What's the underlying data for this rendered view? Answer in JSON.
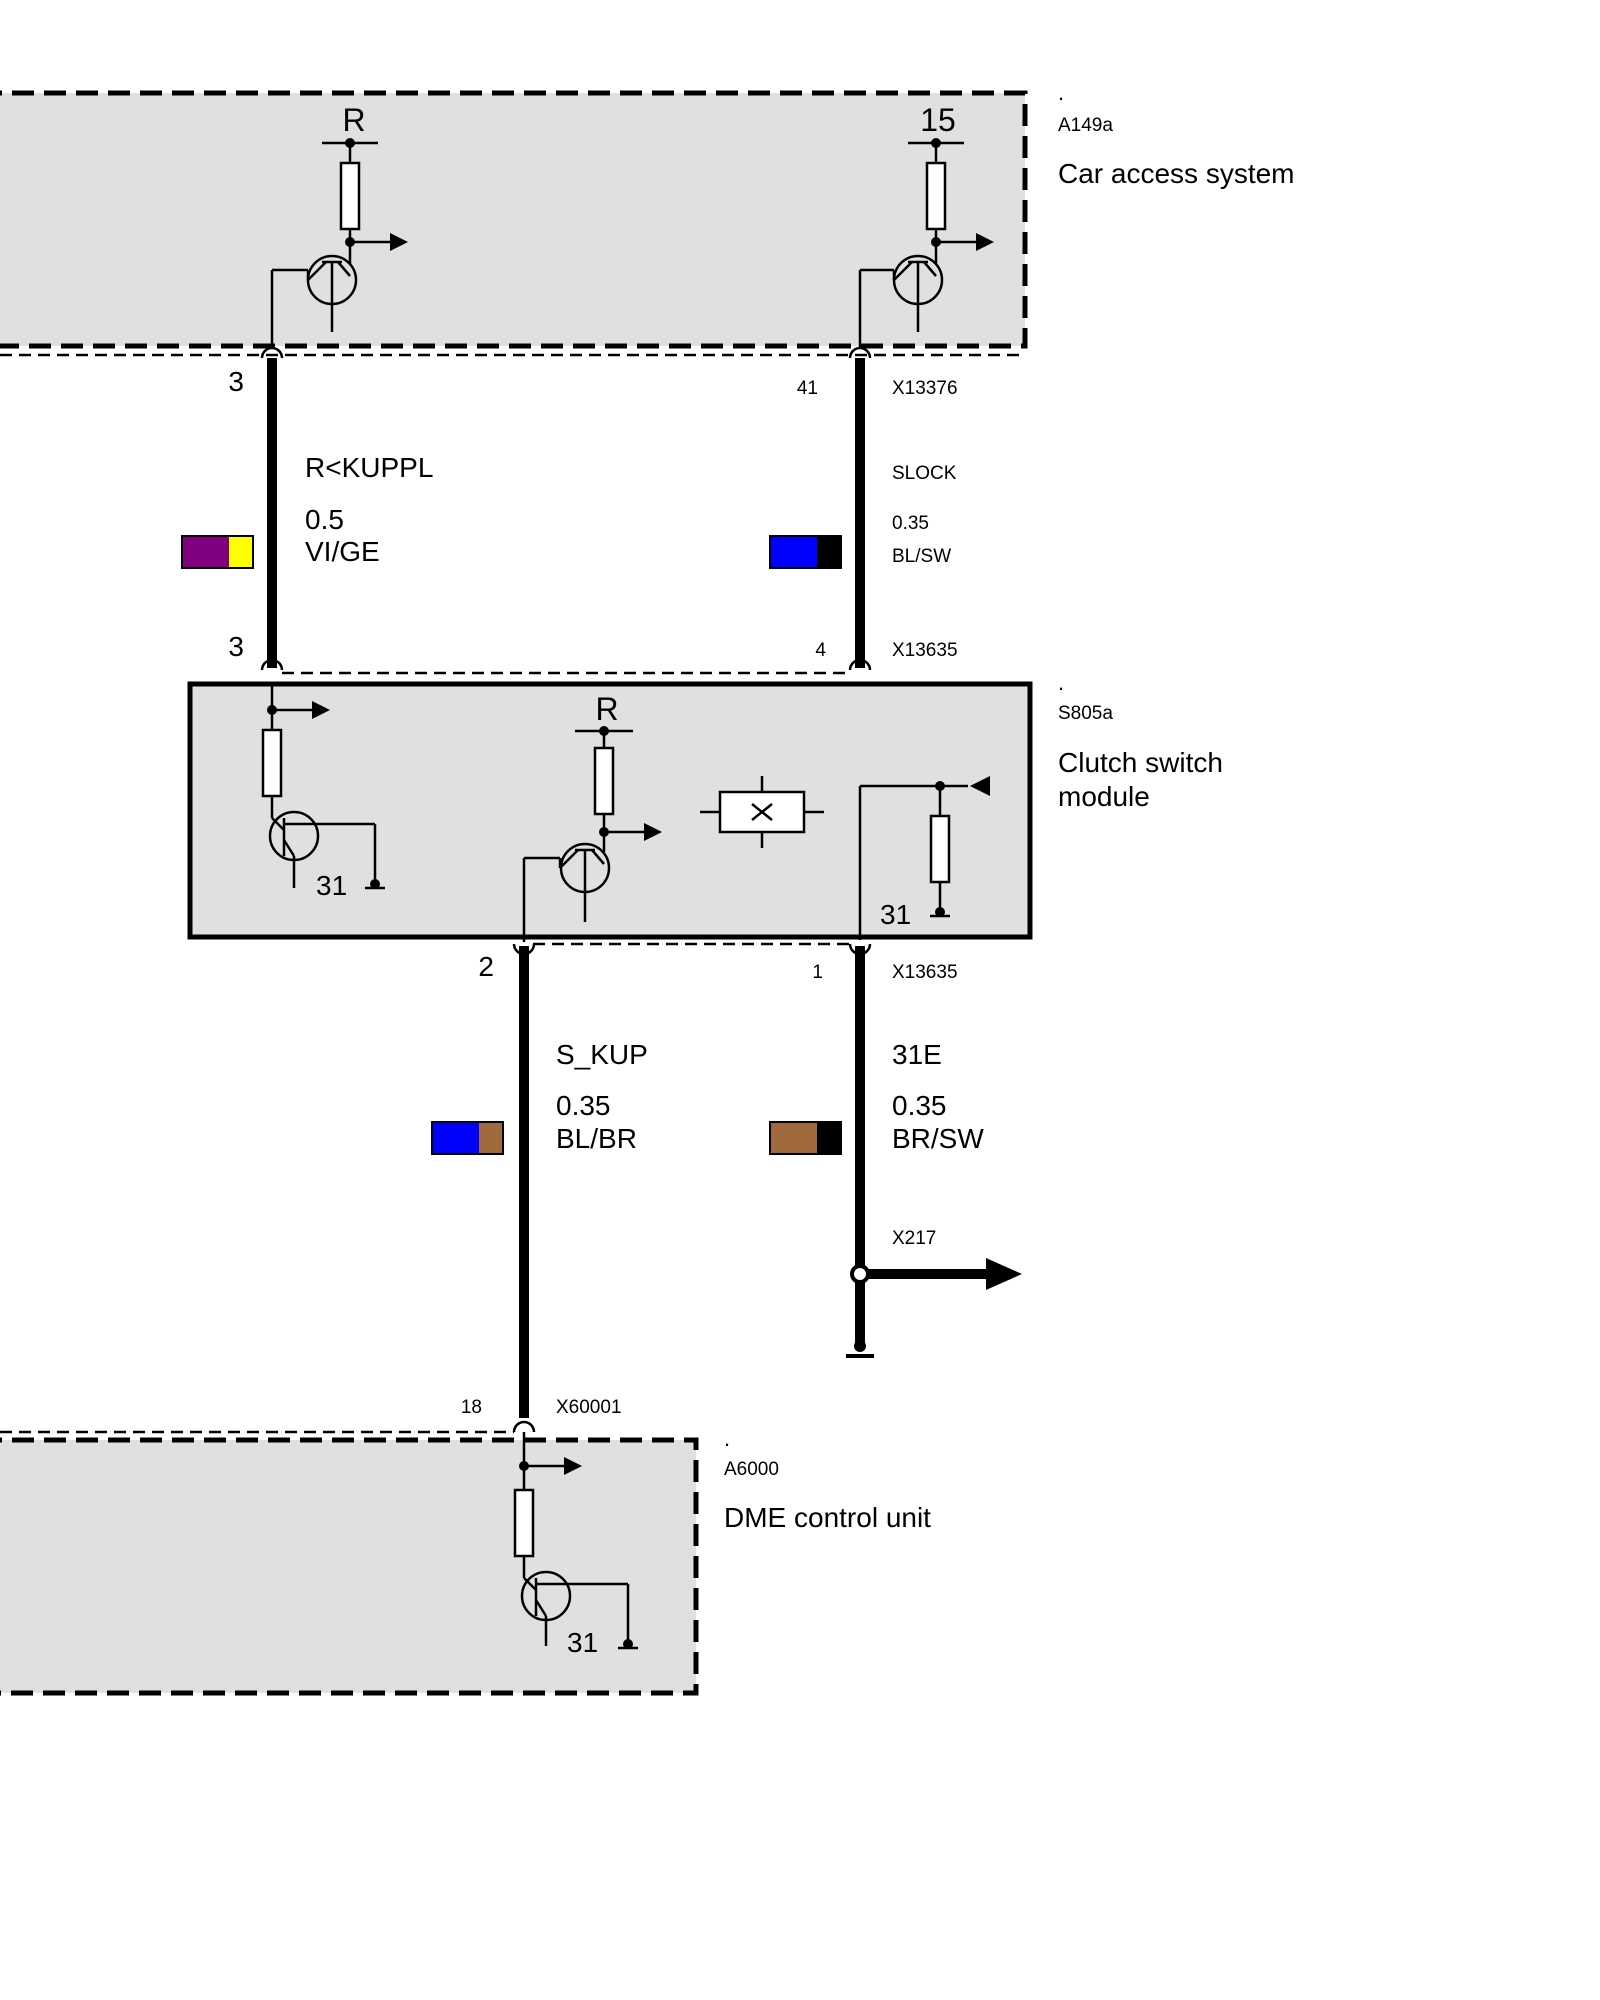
{
  "components": [
    {
      "id": "A149a",
      "dot": ".",
      "code": "A149a",
      "name_lines": [
        "Car access system"
      ]
    },
    {
      "id": "S805a",
      "dot": ".",
      "code": "S805a",
      "name_lines": [
        "Clutch switch",
        "module"
      ]
    },
    {
      "id": "A6000",
      "dot": ".",
      "code": "A6000",
      "name_lines": [
        "DME control unit"
      ]
    }
  ],
  "internal_labels": {
    "cas_left_supply": "R",
    "cas_right_supply": "15",
    "csm_center_supply": "R",
    "csm_left_ground": "31",
    "csm_right_ground": "31",
    "dme_ground": "31"
  },
  "connectors": {
    "x13376": "X13376",
    "x13635_top": "X13635",
    "x13635_bottom": "X13635",
    "x60001": "X60001",
    "x217": "X217"
  },
  "pins": {
    "cas_left": "3",
    "cas_right": "41",
    "csm_top_left": "3",
    "csm_top_right": "4",
    "csm_bottom_left": "2",
    "csm_bottom_right": "1",
    "dme_pin": "18"
  },
  "wires": [
    {
      "id": "wire-r-kuppl",
      "signal": "R<KUPPL",
      "gauge": "0.5",
      "color_code": "VI/GE",
      "colors": [
        "#800080",
        "#ffff00"
      ]
    },
    {
      "id": "wire-slock",
      "signal": "SLOCK",
      "gauge": "0.35",
      "color_code": "BL/SW",
      "colors": [
        "#0000ff",
        "#000000"
      ]
    },
    {
      "id": "wire-s-kup",
      "signal": "S_KUP",
      "gauge": "0.35",
      "color_code": "BL/BR",
      "colors": [
        "#0000ff",
        "#a0693c"
      ]
    },
    {
      "id": "wire-31e",
      "signal": "31E",
      "gauge": "0.35",
      "color_code": "BR/SW",
      "colors": [
        "#a0693c",
        "#000000"
      ]
    }
  ]
}
